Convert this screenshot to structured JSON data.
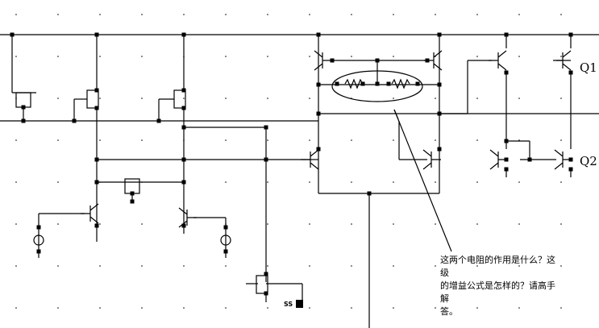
{
  "labels": {
    "q1": "Q1",
    "q2": "Q2",
    "ss": "SS"
  },
  "annotation": {
    "lines": [
      "这两个电阻的作用是什么？这级",
      "的增益公式是怎样的？请高手解",
      "答。"
    ]
  },
  "colors": {
    "wire": "#000000",
    "background": "#ffffff"
  }
}
